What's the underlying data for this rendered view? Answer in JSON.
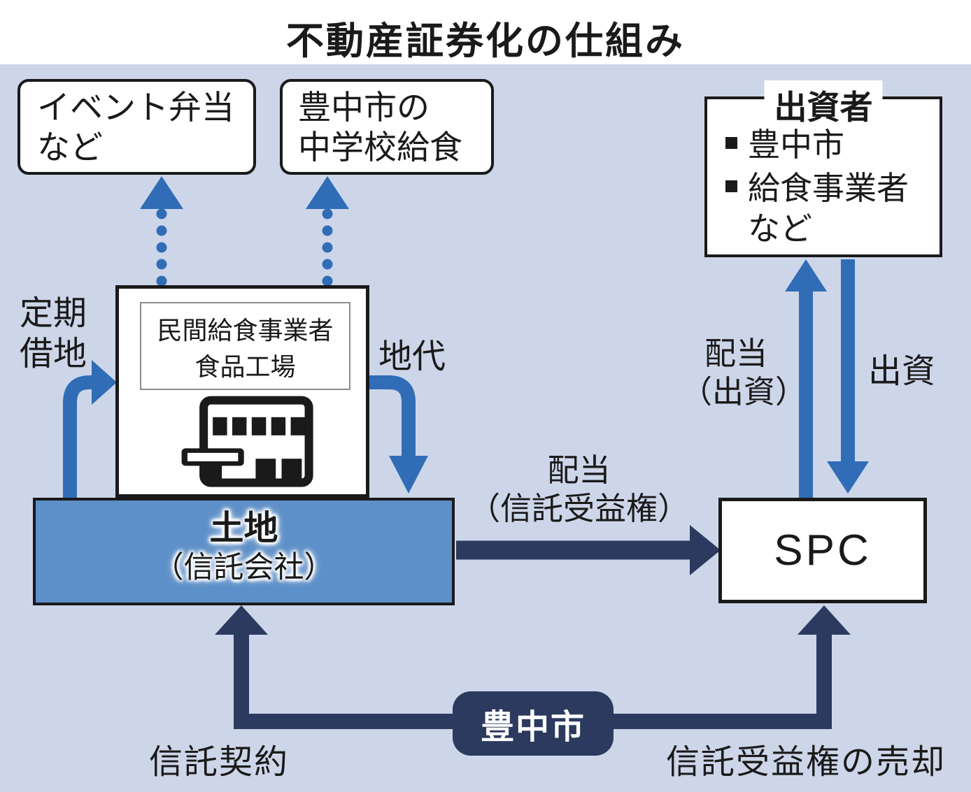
{
  "title": "不動産証券化の仕組み",
  "colors": {
    "background": "#cdd6e9",
    "title_band": "#ffffff",
    "box_border": "#1a1a1a",
    "blue_arrow": "#306db6",
    "dark_navy": "#2b3a5e",
    "land_fill": "#5d8fc8",
    "badge_text": "#ffffff"
  },
  "boxes": {
    "event_bento": {
      "line1": "イベント弁当",
      "line2": "など"
    },
    "school_lunch": {
      "line1": "豊中市の",
      "line2": "中学校給食"
    },
    "investors": {
      "title": "出資者",
      "item1": "豊中市",
      "item2": "給食事業者",
      "item2_cont": "など"
    },
    "factory": {
      "line1": "民間給食事業者",
      "line2": "食品工場"
    },
    "land": {
      "line1": "土地",
      "line2": "（信託会社）"
    },
    "spc": {
      "label": "SPC"
    },
    "toyonaka": {
      "label": "豊中市"
    }
  },
  "arrow_labels": {
    "lease_line1": "定期",
    "lease_line2": "借地",
    "rent": "地代",
    "dividend_trust_line1": "配当",
    "dividend_trust_line2": "（信託受益権）",
    "dividend_invest_line1": "配当",
    "dividend_invest_line2": "（出資）",
    "invest": "出資",
    "trust_contract": "信託契約",
    "sale": "信託受益権の売却"
  }
}
